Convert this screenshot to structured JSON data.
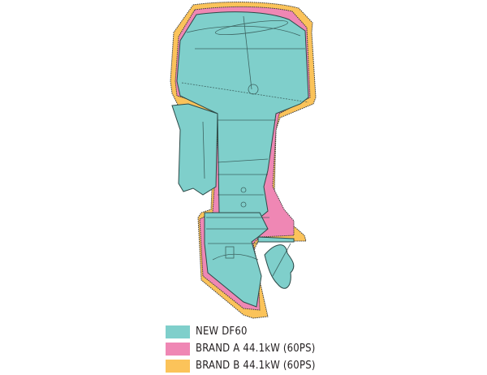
{
  "diagram": {
    "subject": "Outboard motor side-profile size comparison",
    "layers": [
      {
        "id": "brand-b",
        "color": "#fbc35a"
      },
      {
        "id": "brand-a",
        "color": "#ef87b4"
      },
      {
        "id": "new-df60",
        "color": "#7fcfcb"
      }
    ],
    "outline_color": "#2d4a48"
  },
  "legend": {
    "items": [
      {
        "label": "NEW DF60",
        "color": "#7fcfcb"
      },
      {
        "label": "BRAND A 44.1kW (60PS)",
        "color": "#ef87b4"
      },
      {
        "label": "BRAND B 44.1kW (60PS)",
        "color": "#fbc35a"
      }
    ]
  }
}
